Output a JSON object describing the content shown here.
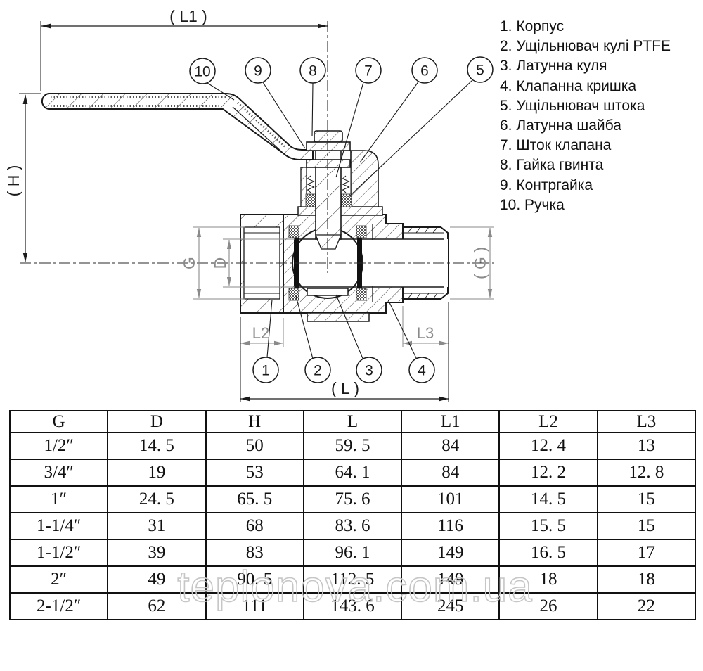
{
  "diagram": {
    "dims": {
      "l1": "( L1 )",
      "h": "( H )",
      "g": "G",
      "d": "D",
      "g_ref": "( G )",
      "l2": "L2",
      "l3": "L3",
      "l": "( L )"
    },
    "callouts": {
      "c1": "1",
      "c2": "2",
      "c3": "3",
      "c4": "4",
      "c5": "5",
      "c6": "6",
      "c7": "7",
      "c8": "8",
      "c9": "9",
      "c10": "10"
    }
  },
  "parts_list": {
    "items": [
      "1. Корпус",
      "2. Ущільнювач кулі PTFE",
      "3. Латунна куля",
      "4. Клапанна кришка",
      "5. Ущільнювач штока",
      "6. Латунна шайба",
      "7. Шток клапана",
      "8. Гайка гвинта",
      "9. Контргайка",
      "10. Ручка"
    ]
  },
  "table": {
    "headers": [
      "G",
      "D",
      "H",
      "L",
      "L1",
      "L2",
      "L3"
    ],
    "rows": [
      [
        "1/2″",
        "14. 5",
        "50",
        "59. 5",
        "84",
        "12. 4",
        "13"
      ],
      [
        "3/4″",
        "19",
        "53",
        "64. 1",
        "84",
        "12. 2",
        "12. 8"
      ],
      [
        "1″",
        "24. 5",
        "65. 5",
        "75. 6",
        "101",
        "14. 5",
        "15"
      ],
      [
        "1-1/4″",
        "31",
        "68",
        "83. 6",
        "116",
        "15. 5",
        "15"
      ],
      [
        "1-1/2″",
        "39",
        "83",
        "96. 1",
        "149",
        "16. 5",
        "17"
      ],
      [
        "2″",
        "49",
        "90. 5",
        "112. 5",
        "149",
        "18",
        "18"
      ],
      [
        "2-1/2″",
        "62",
        "111",
        "143. 6",
        "245",
        "26",
        "22"
      ]
    ]
  },
  "watermark": {
    "text": "teplonova.com.ua"
  },
  "colors": {
    "line": "#1a1a1a",
    "dim_gray": "#8a8a8a",
    "watermark_outline": "#c6c6c6"
  }
}
